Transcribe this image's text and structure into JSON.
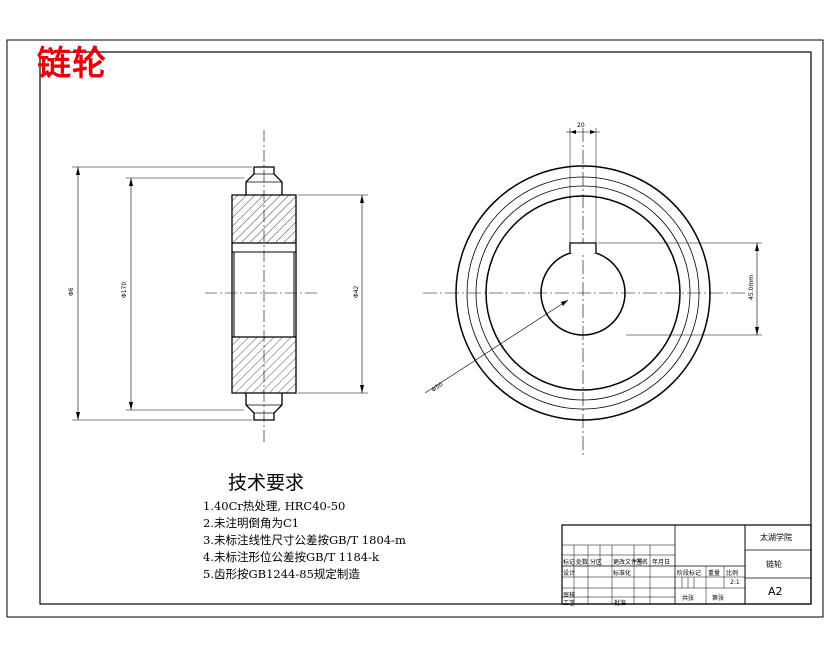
{
  "page_title": "链轮",
  "dimensions": {
    "key_width": "20",
    "outer_diameter": "Φ6",
    "tip_diameter": "Φ170",
    "hub_diameter": "Φ42",
    "keyway_depth": "45.0mm",
    "pitch_diameter": "Φ50"
  },
  "tech_requirements": {
    "heading": "技术要求",
    "items": [
      "1.40Cr热处理, HRC40-50",
      "2.未注明倒角为C1",
      "3.未标注线性尺寸公差按GB/T 1804-m",
      "4.未标注形位公差按GB/T 1184-k",
      "5.齿形按GB1244-85规定制造"
    ]
  },
  "title_block": {
    "school": "太湖学院",
    "part_name": "链轮",
    "paper_size": "A2",
    "scale": "2:1",
    "row_labels": [
      "标记",
      "处数",
      "分区",
      "更改文件号",
      "签名",
      "年月日"
    ],
    "design_label": "设计",
    "standardize_label": "标准化",
    "review_label": "审核",
    "process_label": "工艺",
    "approve_label": "批准",
    "stage_label": "阶段标记",
    "weight_label": "重量",
    "ratio_label": "比例",
    "sheet_total": "共张",
    "sheet_no": "第张"
  },
  "colors": {
    "title_red": "#e8000a",
    "line": "#000000"
  }
}
